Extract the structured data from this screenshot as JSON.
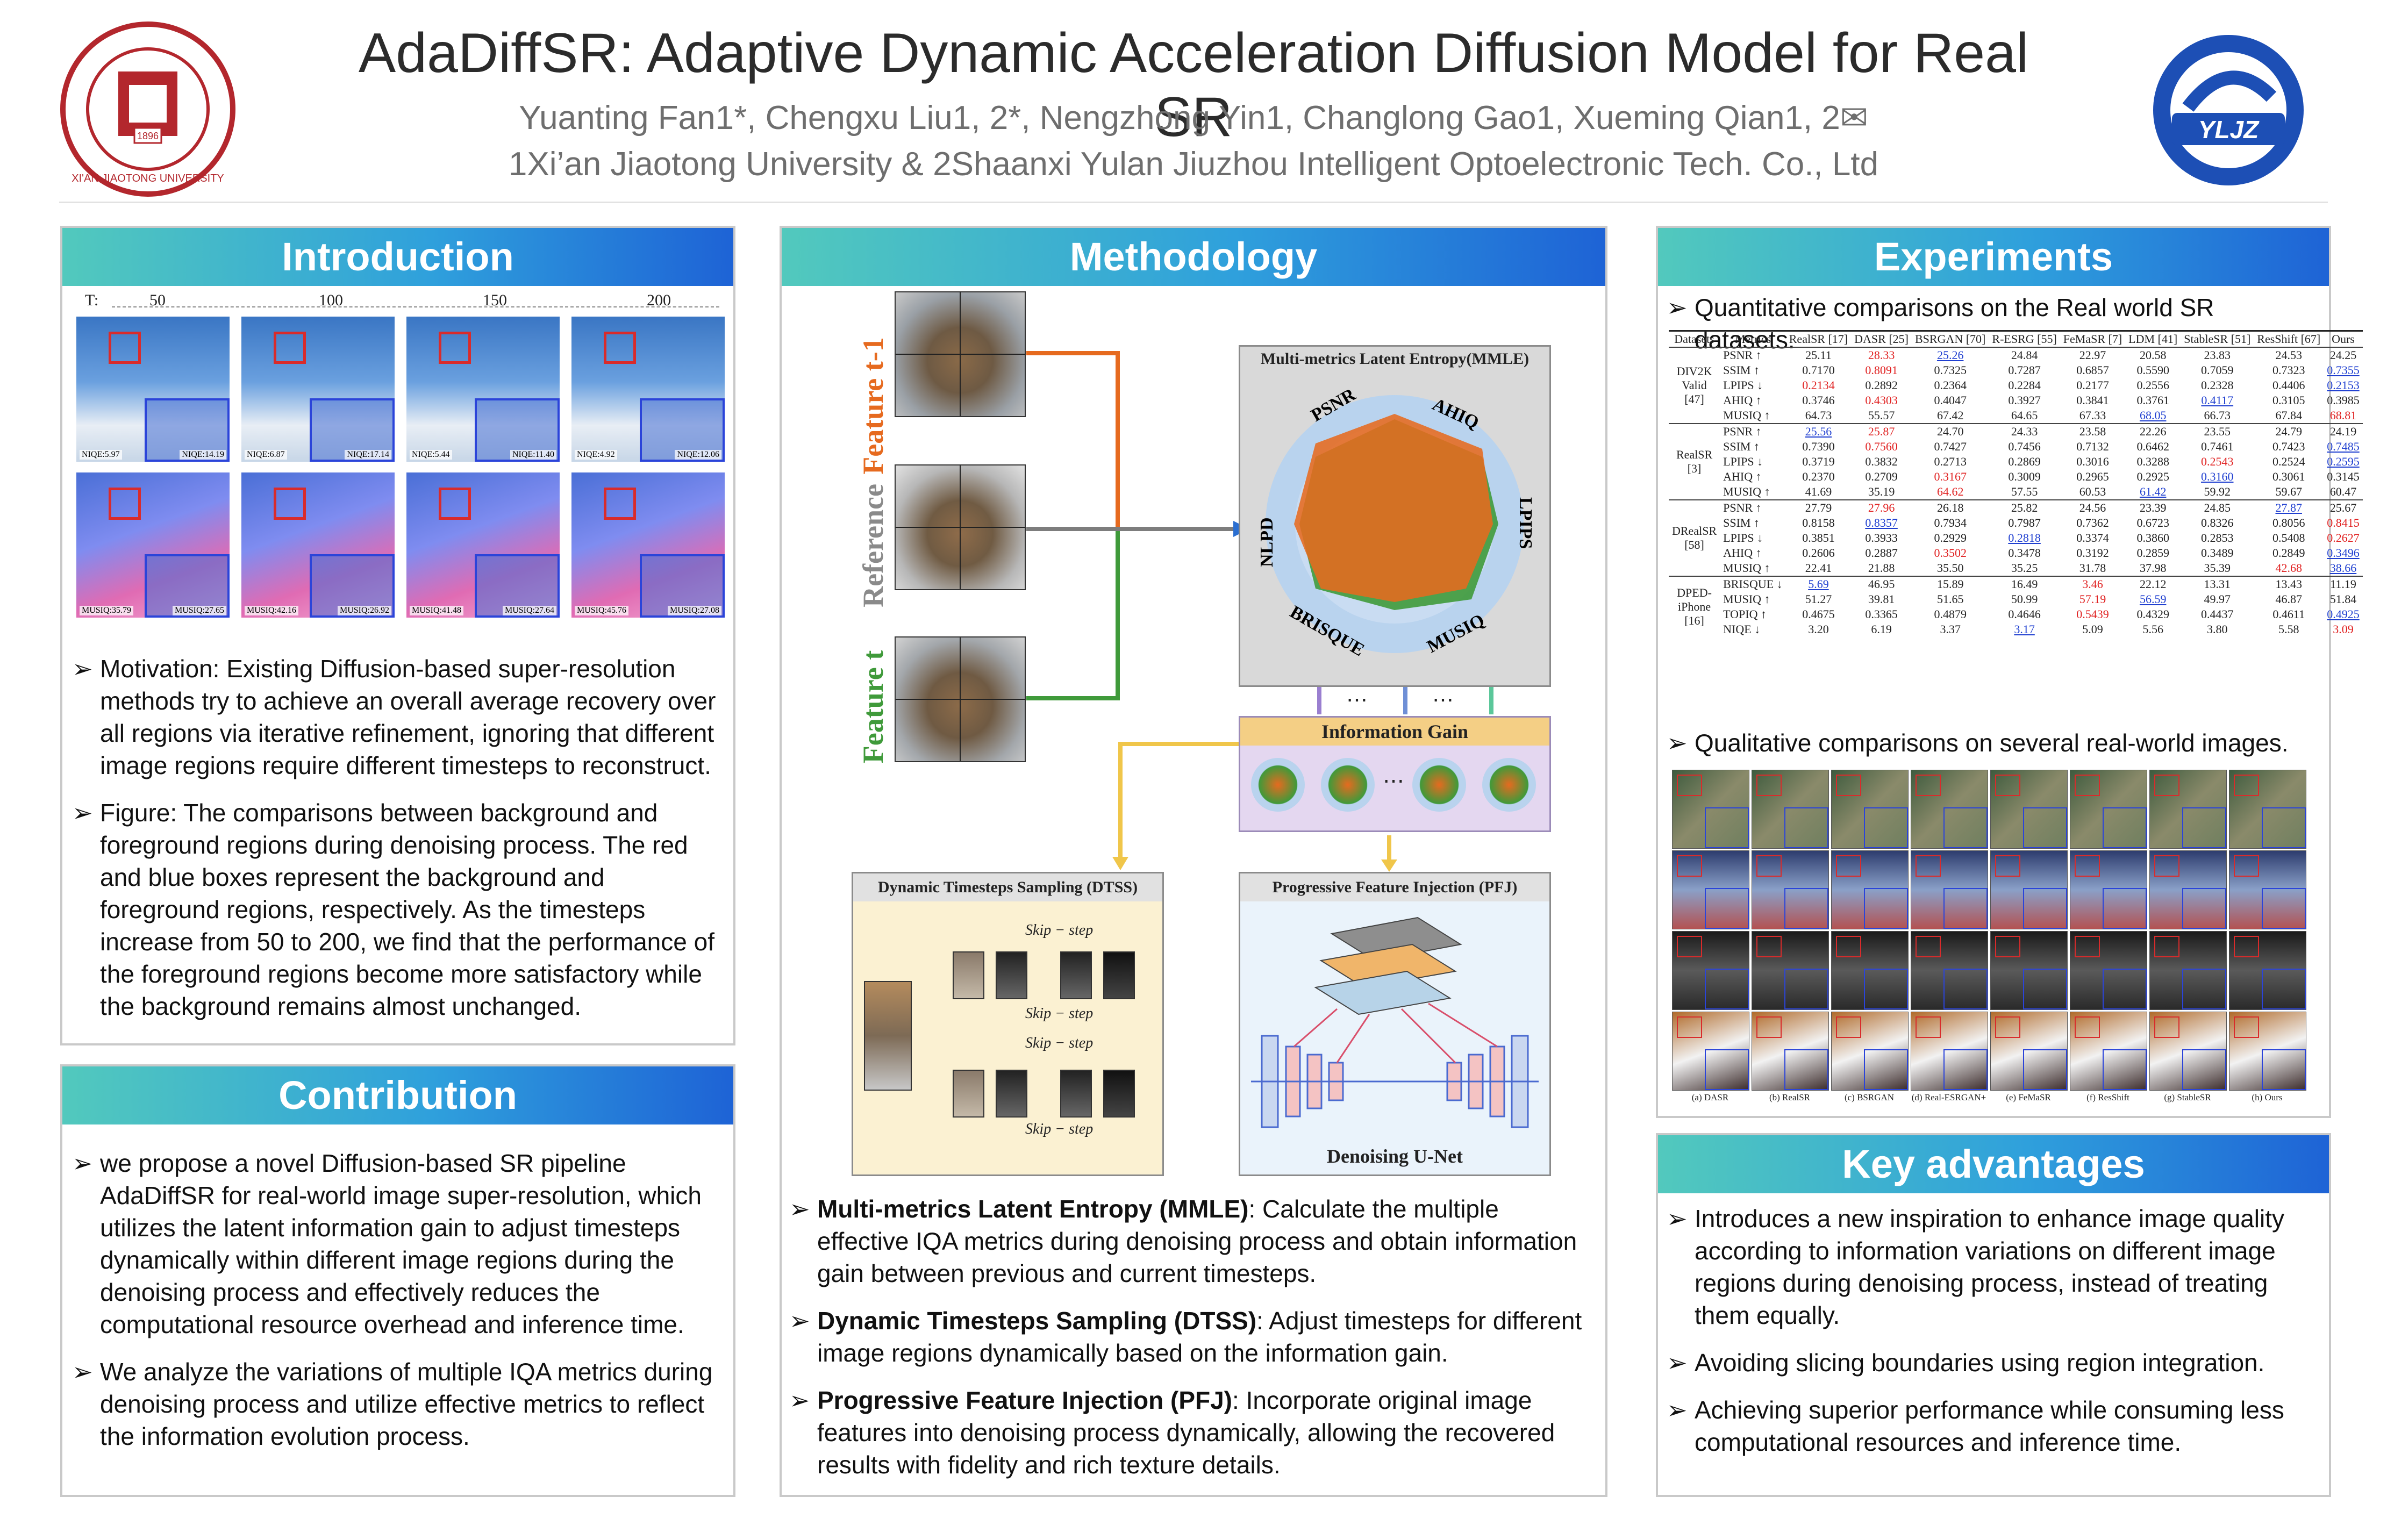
{
  "header": {
    "title": "AdaDiffSR: Adaptive Dynamic Acceleration Diffusion Model for Real SR",
    "authors": "Yuanting Fan1*,  Chengxu Liu1, 2*,  Nengzhong Yin1,  Changlong Gao1,  Xueming Qian1, 2✉",
    "affiliations": "1Xi’an Jiaotong University &  2Shaanxi Yulan Jiuzhou Intelligent Optoelectronic Tech. Co., Ltd",
    "left_logo_year": "1896",
    "left_logo_text": "XI'AN JIAOTONG UNIVERSITY",
    "right_logo_text": "YLJZ"
  },
  "introduction": {
    "heading": "Introduction",
    "timestep_label": "T:",
    "timesteps": [
      "50",
      "100",
      "150",
      "200"
    ],
    "row1_labels": [
      {
        "left": "NIQE:5.97",
        "right": "NIQE:14.19"
      },
      {
        "left": "NIQE:6.87",
        "right": "NIQE:17.14"
      },
      {
        "left": "NIQE:5.44",
        "right": "NIQE:11.40"
      },
      {
        "left": "NIQE:4.92",
        "right": "NIQE:12.06"
      }
    ],
    "row2_labels": [
      {
        "left": "MUSIQ:35.79",
        "right": "MUSIQ:27.65"
      },
      {
        "left": "MUSIQ:42.16",
        "right": "MUSIQ:26.92"
      },
      {
        "left": "MUSIQ:41.48",
        "right": "MUSIQ:27.64"
      },
      {
        "left": "MUSIQ:45.76",
        "right": "MUSIQ:27.08"
      }
    ],
    "bullets": [
      "Motivation: Existing Diffusion-based super-resolution methods try to achieve an overall average recovery over all regions via iterative refinement, ignoring that different image regions require different timesteps to reconstruct.",
      "Figure: The comparisons between background and foreground regions during denoising process. The red and blue boxes represent the background and foreground regions, respectively. As the timesteps increase from 50 to 200, we find that the performance of the foreground regions become more satisfactory while the background remains almost unchanged."
    ]
  },
  "contribution": {
    "heading": "Contribution",
    "bullets": [
      "we propose a novel Diffusion-based SR pipeline AdaDiffSR for real-world image super-resolution, which utilizes the latent information gain to adjust timesteps dynamically within different image regions during the denoising process and effectively reduces the computational resource overhead and inference time.",
      "We analyze the variations of multiple IQA metrics during denoising process and utilize effective metrics to reflect the information evolution process."
    ]
  },
  "methodology": {
    "heading": "Methodology",
    "labels": {
      "feature_t1": "Feature t-1",
      "reference": "Reference",
      "feature_t": "Feature t",
      "mmle_title": "Multi-metrics Latent Entropy(MMLE)",
      "psnr": "PSNR",
      "ahiq": "AHIQ",
      "lpips": "LPIPS",
      "musiq": "MUSIQ",
      "brisque": "BRISQUE",
      "nlpd": "NLPD",
      "info_gain": "Information Gain",
      "dtss_title": "Dynamic Timesteps Sampling (DTSS)",
      "pfj_title": "Progressive Feature Injection (PFJ)",
      "skip_step": "Skip − step",
      "unet": "Denoising U-Net",
      "dots": "⋯"
    },
    "bullets": [
      {
        "bold": "Multi-metrics Latent Entropy (MMLE)",
        "text": ": Calculate the multiple effective IQA metrics during denoising process and obtain information gain between previous and current timesteps."
      },
      {
        "bold": "Dynamic Timesteps Sampling (DTSS)",
        "text": ": Adjust timesteps for different image regions dynamically based on the information gain."
      },
      {
        "bold": "Progressive Feature Injection (PFJ)",
        "text": ": Incorporate original image features into denoising process dynamically, allowing the recovered results with fidelity and rich texture details."
      }
    ]
  },
  "experiments": {
    "heading": "Experiments",
    "quant_caption": "Quantitative comparisons on the Real world SR datasets.",
    "qual_caption": "Qualitative comparisons on several real-world images.",
    "table": {
      "head": [
        "Datasets",
        "Metrics",
        "RealSR [17]",
        "DASR [25]",
        "BSRGAN [70]",
        "R-ESRG [55]",
        "FeMaSR [7]",
        "LDM [41]",
        "StableSR [51]",
        "ResShift [67]",
        "Ours"
      ],
      "groups": [
        {
          "dataset": "DIV2K Valid [47]",
          "rows": [
            [
              "PSNR ↑",
              "25.11",
              "28.33",
              "25.26",
              "24.84",
              "22.97",
              "20.58",
              "23.83",
              "24.53",
              "24.25"
            ],
            [
              "SSIM ↑",
              "0.7170",
              "0.8091",
              "0.7325",
              "0.7287",
              "0.6857",
              "0.5590",
              "0.7059",
              "0.7323",
              "0.7355"
            ],
            [
              "LPIPS ↓",
              "0.2134",
              "0.2892",
              "0.2364",
              "0.2284",
              "0.2177",
              "0.2556",
              "0.2328",
              "0.4406",
              "0.2153"
            ],
            [
              "AHIQ ↑",
              "0.3746",
              "0.4303",
              "0.4047",
              "0.3927",
              "0.3841",
              "0.3761",
              "0.4117",
              "0.3105",
              "0.3985"
            ],
            [
              "MUSIQ ↑",
              "64.73",
              "55.57",
              "67.42",
              "64.65",
              "67.33",
              "68.05",
              "66.73",
              "67.84",
              "68.81"
            ]
          ]
        },
        {
          "dataset": "RealSR [3]",
          "rows": [
            [
              "PSNR ↑",
              "25.56",
              "25.87",
              "24.70",
              "24.33",
              "23.58",
              "22.26",
              "23.55",
              "24.79",
              "24.19"
            ],
            [
              "SSIM ↑",
              "0.7390",
              "0.7560",
              "0.7427",
              "0.7456",
              "0.7132",
              "0.6462",
              "0.7461",
              "0.7423",
              "0.7485"
            ],
            [
              "LPIPS ↓",
              "0.3719",
              "0.3832",
              "0.2713",
              "0.2869",
              "0.3016",
              "0.3288",
              "0.2543",
              "0.2524",
              "0.2595"
            ],
            [
              "AHIQ ↑",
              "0.2370",
              "0.2709",
              "0.3167",
              "0.3009",
              "0.2965",
              "0.2925",
              "0.3160",
              "0.3061",
              "0.3145"
            ],
            [
              "MUSIQ ↑",
              "41.69",
              "35.19",
              "64.62",
              "57.55",
              "60.53",
              "61.42",
              "59.92",
              "59.67",
              "60.47"
            ]
          ]
        },
        {
          "dataset": "DRealSR [58]",
          "rows": [
            [
              "PSNR ↑",
              "27.79",
              "27.96",
              "26.18",
              "25.82",
              "24.56",
              "23.39",
              "24.85",
              "27.87",
              "25.67"
            ],
            [
              "SSIM ↑",
              "0.8158",
              "0.8357",
              "0.7934",
              "0.7987",
              "0.7362",
              "0.6723",
              "0.8326",
              "0.8056",
              "0.8415"
            ],
            [
              "LPIPS ↓",
              "0.3851",
              "0.3933",
              "0.2929",
              "0.2818",
              "0.3374",
              "0.3860",
              "0.2853",
              "0.5408",
              "0.2627"
            ],
            [
              "AHIQ ↑",
              "0.2606",
              "0.2887",
              "0.3502",
              "0.3478",
              "0.3192",
              "0.2859",
              "0.3489",
              "0.2849",
              "0.3496"
            ],
            [
              "MUSIQ ↑",
              "22.41",
              "21.88",
              "35.50",
              "35.25",
              "31.78",
              "37.98",
              "35.39",
              "42.68",
              "38.66"
            ]
          ]
        },
        {
          "dataset": "DPED-iPhone [16]",
          "rows": [
            [
              "BRISQUE ↓",
              "5.69",
              "46.95",
              "15.89",
              "16.49",
              "3.46",
              "22.12",
              "13.31",
              "13.43",
              "11.19"
            ],
            [
              "MUSIQ ↑",
              "51.27",
              "39.81",
              "51.65",
              "50.99",
              "57.19",
              "56.59",
              "49.97",
              "46.87",
              "51.84"
            ],
            [
              "TOPIQ ↑",
              "0.4675",
              "0.3365",
              "0.4879",
              "0.4646",
              "0.5439",
              "0.4329",
              "0.4437",
              "0.4611",
              "0.4925"
            ],
            [
              "NIQE ↓",
              "3.20",
              "6.19",
              "3.37",
              "3.17",
              "5.09",
              "5.56",
              "3.80",
              "5.58",
              "3.09"
            ]
          ]
        }
      ],
      "red_cells": [
        [
          0,
          0,
          1
        ],
        [
          0,
          1,
          1
        ],
        [
          0,
          2,
          0
        ],
        [
          0,
          3,
          1
        ],
        [
          0,
          4,
          8
        ],
        [
          1,
          0,
          1
        ],
        [
          1,
          1,
          1
        ],
        [
          1,
          2,
          6
        ],
        [
          1,
          3,
          2
        ],
        [
          1,
          4,
          2
        ],
        [
          2,
          0,
          1
        ],
        [
          2,
          1,
          8
        ],
        [
          2,
          2,
          8
        ],
        [
          2,
          3,
          2
        ],
        [
          2,
          4,
          7
        ],
        [
          3,
          0,
          4
        ],
        [
          3,
          1,
          4
        ],
        [
          3,
          2,
          4
        ],
        [
          3,
          3,
          8
        ]
      ],
      "blue_cells": [
        [
          0,
          0,
          2
        ],
        [
          0,
          1,
          8
        ],
        [
          0,
          2,
          8
        ],
        [
          0,
          3,
          6
        ],
        [
          0,
          4,
          5
        ],
        [
          1,
          0,
          0
        ],
        [
          1,
          1,
          8
        ],
        [
          1,
          2,
          8
        ],
        [
          1,
          3,
          6
        ],
        [
          1,
          4,
          5
        ],
        [
          2,
          0,
          7
        ],
        [
          2,
          1,
          1
        ],
        [
          2,
          2,
          3
        ],
        [
          2,
          3,
          8
        ],
        [
          2,
          4,
          8
        ],
        [
          3,
          0,
          0
        ],
        [
          3,
          1,
          5
        ],
        [
          3,
          2,
          8
        ],
        [
          3,
          3,
          3
        ]
      ]
    },
    "qual_labels": [
      "(a) DASR",
      "(b) RealSR",
      "(c) BSRGAN",
      "(d) Real-ESRGAN+",
      "(e) FeMaSR",
      "(f) ResShift",
      "(g) StableSR",
      "(h) Ours"
    ]
  },
  "key_advantages": {
    "heading": "Key advantages",
    "bullets": [
      "Introduces a new inspiration to enhance image quality according to information variations on different image regions during denoising process, instead of treating them equally.",
      "Avoiding slicing boundaries using region integration.",
      "Achieving superior performance while consuming less computational resources and inference time."
    ]
  },
  "colors": {
    "head_gradient_start": "#52c9bd",
    "head_gradient_end": "#1e63d6",
    "feature_t1": "#e66a1f",
    "reference": "#8a8a8a",
    "feature_t": "#3f9a3a",
    "best": "#e02020",
    "second": "#1f3fd0"
  }
}
